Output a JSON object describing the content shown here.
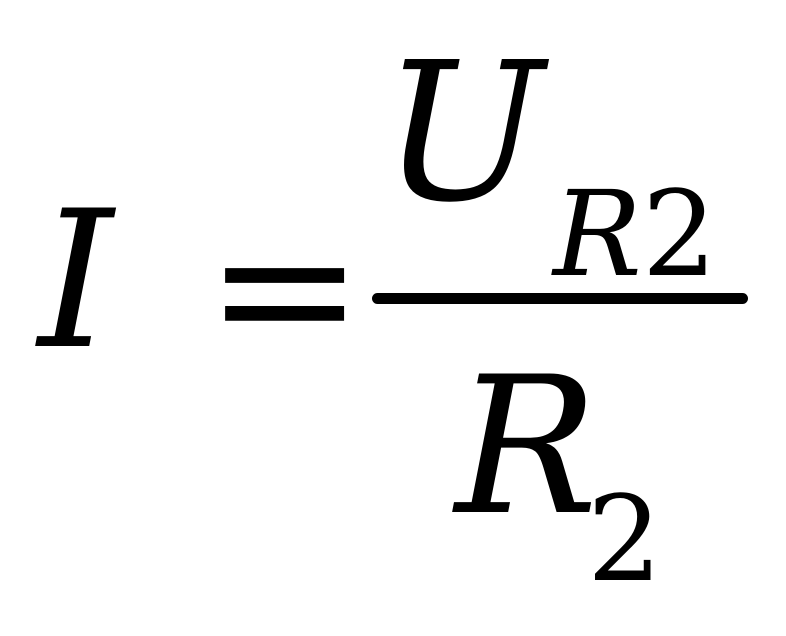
{
  "formula": {
    "lhs": "I",
    "operator": "=",
    "numerator": {
      "variable": "U",
      "subscript_letter": "R",
      "subscript_digit": "2"
    },
    "denominator": {
      "variable": "R",
      "subscript": "2"
    },
    "colors": {
      "ink": "#000000",
      "background": "#ffffff"
    }
  }
}
